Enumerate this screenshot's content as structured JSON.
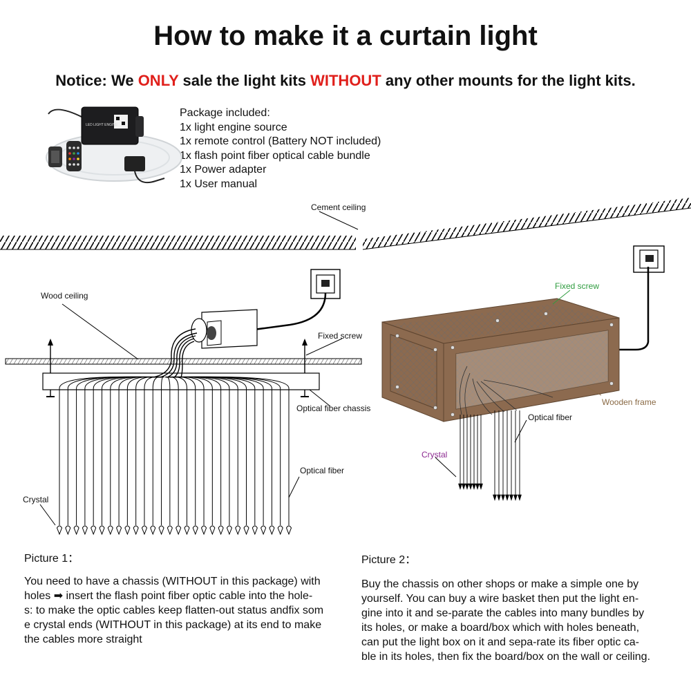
{
  "title": "How to make it a curtain light",
  "notice": {
    "part1": "Notice: We ",
    "only": "ONLY",
    "part2": " sale the light kits ",
    "without": "WITHOUT",
    "part3": " any other mounts for the light kits."
  },
  "package": {
    "heading": "Package included:",
    "items": [
      "1x light engine source",
      "1x remote control (Battery NOT included)",
      "1x flash point fiber optical cable bundle",
      "1x Power adapter",
      "1x User manual"
    ],
    "device_label": "LED LIGHT ENGINE"
  },
  "labels": {
    "cement_ceiling": "Cement ceiling",
    "wood_ceiling": "Wood ceiling",
    "fixed_screw_left": "Fixed screw",
    "optical_fiber_chassis": "Optical fiber chassis",
    "optical_fiber_left": "Optical fiber",
    "crystal_left": "Crystal",
    "fixed_screw_right": "Fixed screw",
    "wooden_frame": "Wooden frame",
    "optical_fiber_right": "Optical fiber",
    "crystal_right": "Crystal"
  },
  "colors": {
    "notice_red": "#e0201c",
    "label_green": "#2f9c3f",
    "label_brown": "#8a6a45",
    "label_purple": "#8c2a90",
    "frame_brown": "#8c6a4f"
  },
  "picture1": {
    "caption": "Picture 1：",
    "lines": [
      "You need to have a chassis (WITHOUT in this package) with",
      "holes ➡ insert the flash point fiber optic cable into the hole-",
      "s: to make the optic cables keep flatten-out status andfix som",
      "e crystal ends (WITHOUT in this package) at its end to make",
      "the cables more straight"
    ]
  },
  "picture2": {
    "caption": "Picture 2：",
    "lines": [
      "Buy the chassis on other shops or make a simple one by",
      "yourself. You can buy a wire basket then put the light en-",
      "gine into it and se-parate the cables into many bundles by",
      "its holes, or make a board/box which with holes beneath,",
      "can put the light box on it and sepa-rate its fiber optic ca-",
      "ble in its holes, then fix the board/box on the wall or ceiling."
    ]
  }
}
